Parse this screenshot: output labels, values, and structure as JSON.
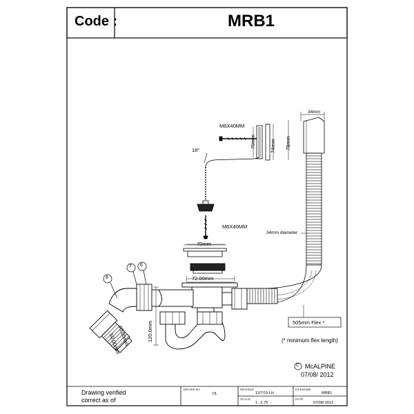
{
  "header": {
    "code_label": "Code :",
    "code_value": "MRB1"
  },
  "drawing": {
    "callouts": [
      "8",
      "7",
      "6"
    ],
    "dimensions": {
      "bolt_top": "M6X40MM",
      "bolt_bottom": "M6X40MM",
      "overflow_face_height": "70mm",
      "overflow_plate_height": "74mm",
      "flex_head_height": "78mm",
      "flex_head_width": "34mm",
      "chain_angle": "18°",
      "plug_width": "70mm",
      "waste_width": "72.00mm",
      "trap_height": "120.0mm",
      "outlet_short": "40.00mm",
      "outlet_long": "50.00mm",
      "flex_diameter": "34mm diameter",
      "flex_length": "505mm Flex *",
      "flex_note": "(* minimum flex length)"
    },
    "brand": "McALPINE",
    "copyright_symbol": "C",
    "brand_date": "07/08/ 2012"
  },
  "title_block": {
    "verified_line1": "Drawing verified",
    "verified_line2": "correct as of",
    "drawn_by_label": "DRAWN BY",
    "drawn_by_value": "DL",
    "revised_label": "REVISED",
    "revised_value": "12/7/19 LH",
    "filename_label": "FILENAME",
    "filename_value": "MRB1",
    "scale_label": "SCALE",
    "scale_value": "1 : 2.75",
    "date_label": "DATE",
    "date_value": "07/08/ 2012"
  }
}
